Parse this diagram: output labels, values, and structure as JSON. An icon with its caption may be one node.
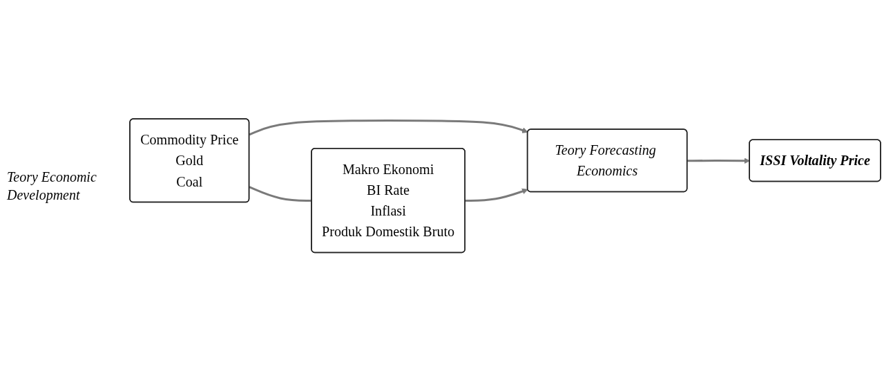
{
  "diagram": {
    "nodes": [
      {
        "text": [
          "Commodity Price",
          "Gold",
          "Coal"
        ]
      },
      {
        "text": [
          "Makro Ekonomi",
          "BI Rate",
          "Inflasi",
          "Produk Domestik Bruto"
        ]
      },
      {
        "text": [
          "Teory Forecasting Economics"
        ]
      },
      {
        "text": [
          "ISSI Voltality Price"
        ]
      }
    ],
    "edges": [
      {
        "from": 0,
        "to": 1,
        "arrow": "none"
      },
      {
        "from": 0,
        "to": 2,
        "arrow": "to"
      },
      {
        "from": 1,
        "to": 2,
        "arrow": "to"
      },
      {
        "from": 2,
        "to": 3,
        "arrow": "to"
      }
    ],
    "labels": [
      "Teory Economic Development"
    ]
  }
}
